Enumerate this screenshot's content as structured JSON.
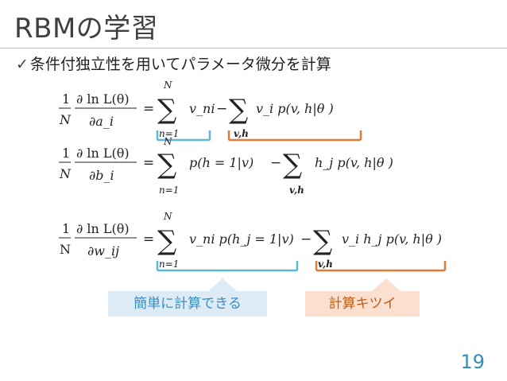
{
  "slide": {
    "title": "RBMの学習",
    "bullet_mark": "✓",
    "bullet_text": "条件付独立性を用いてパラメータ微分を計算",
    "page_number": "19"
  },
  "callouts": {
    "easy": "簡単に計算できる",
    "hard": "計算キツイ"
  },
  "colors": {
    "blue_bracket": "#5bb8d9",
    "orange_bracket": "#e07b39",
    "blue_box": "#dcebf5",
    "orange_box": "#fbe0cf",
    "page_number": "#2f8fb6"
  },
  "equations": [
    {
      "lhs_num": "1",
      "lhs_den": "N",
      "deriv_num": "∂ ln L(θ)",
      "deriv_den": "∂a_i",
      "sum_upper": "N",
      "sum_lower": "n=1",
      "term1": "v_ni",
      "sum2_lower": "v,h",
      "term2": "v_i p(v, h|θ )"
    },
    {
      "lhs_num": "1",
      "lhs_den": "N",
      "deriv_num": "∂ ln L(θ)",
      "deriv_den": "∂b_i",
      "sum_upper": "N",
      "sum_lower": "n=1",
      "term1": "p(h = 1|v)",
      "sum2_lower": "v,h",
      "term2": "h_j p(v, h|θ )"
    },
    {
      "lhs_num": "1",
      "lhs_den": "N",
      "deriv_num": "∂ ln L(θ)",
      "deriv_den": "∂w_ij",
      "sum_upper": "N",
      "sum_lower": "n=1",
      "term1": "v_ni p(h_j = 1|v)",
      "sum2_lower": "v,h",
      "term2": "v_i h_j p(v, h|θ )"
    }
  ]
}
